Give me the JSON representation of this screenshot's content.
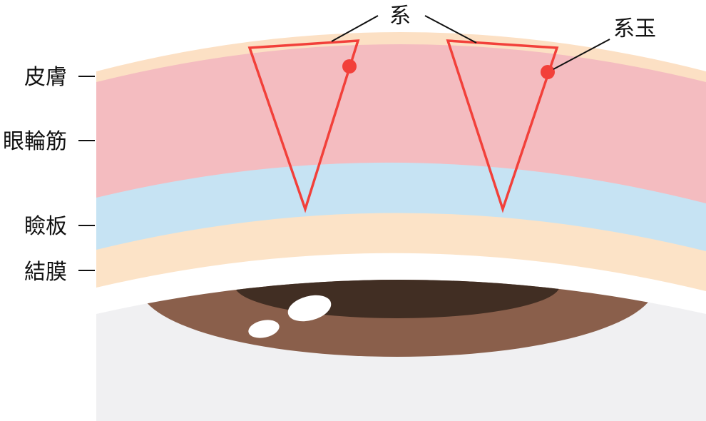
{
  "title_labels": {
    "thread": "系",
    "thread_ball": "系玉"
  },
  "layers": [
    {
      "label": "皮膚",
      "color": "#fce0c4"
    },
    {
      "label": "眼輪筋",
      "color": "#f4bcc0"
    },
    {
      "label": "瞼板",
      "color": "#c6e3f3"
    },
    {
      "label": "結膜",
      "color": "#fce3c7"
    }
  ],
  "colors": {
    "suture": "#f2403a",
    "eyeball": "#f0f0f2",
    "iris": "#8a5f4b",
    "pupil": "#412e23"
  }
}
